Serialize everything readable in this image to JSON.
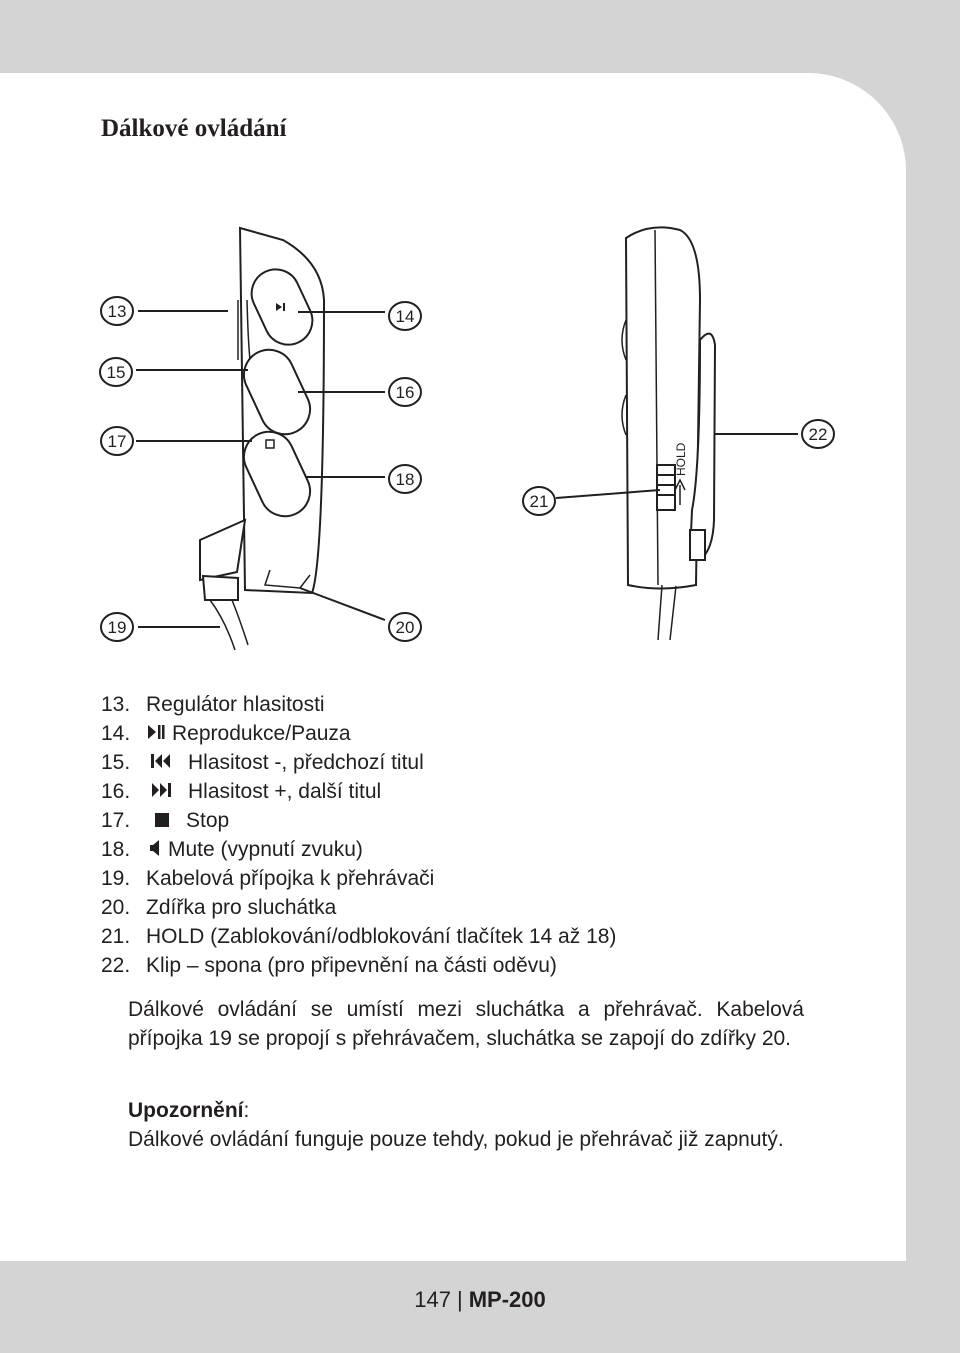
{
  "page": {
    "title": "Dálkové ovládání",
    "callouts": [
      "13",
      "14",
      "15",
      "16",
      "17",
      "18",
      "19",
      "20",
      "21",
      "22"
    ],
    "hold_label": "HOLD",
    "items": [
      {
        "num": "13.",
        "icon": "",
        "text": "Regulátor hlasitosti"
      },
      {
        "num": "14.",
        "icon": "play-pause-icon",
        "text": "Reprodukce/Pauza"
      },
      {
        "num": "15.",
        "icon": "previous-icon",
        "text": "Hlasitost -, předchozí titul"
      },
      {
        "num": "16.",
        "icon": "next-icon",
        "text": "Hlasitost +, další titul"
      },
      {
        "num": "17.",
        "icon": "stop-icon",
        "text": "Stop"
      },
      {
        "num": "18.",
        "icon": "mute-icon",
        "text": "Mute (vypnutí zvuku)"
      },
      {
        "num": "19.",
        "icon": "",
        "text": "Kabelová přípojka k přehrávači"
      },
      {
        "num": "20.",
        "icon": "",
        "text": "Zdířka pro sluchátka"
      },
      {
        "num": "21.",
        "icon": "",
        "text": "HOLD (Zablokování/odblokování tlačítek 14 až 18)"
      },
      {
        "num": "22.",
        "icon": "",
        "text": "Klip – spona (pro připevnění na části oděvu)"
      }
    ],
    "paragraph1": "Dálkové ovládání se umístí mezi sluchátka a přehrávač. Kabelová přípojka 19 se propojí s přehrávačem, sluchátka se zapojí do zdířky 20.",
    "warning_label": "Upozornění",
    "warning_colon": ":",
    "warning_text": "Dálkové ovládání funguje pouze tehdy, pokud je přehrávač již zapnutý."
  },
  "footer": {
    "page_number": "147",
    "separator": "|",
    "model": "MP-200"
  }
}
